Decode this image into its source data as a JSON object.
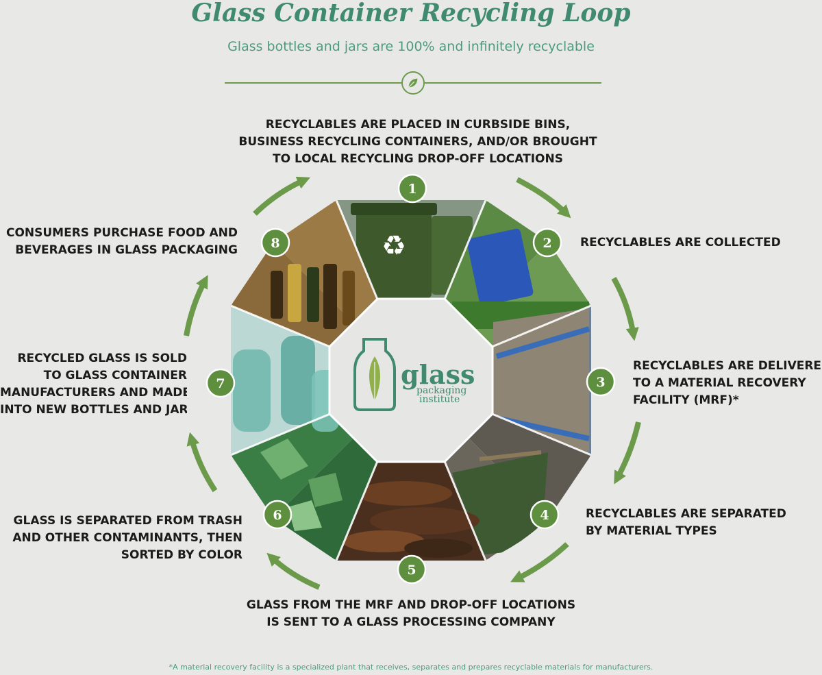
{
  "header": {
    "title": "Glass Container Recycling Loop",
    "subtitle": "Glass bottles and jars are 100% and infinitely recyclable",
    "divider_icon": "leaf-icon"
  },
  "logo": {
    "name": "glass",
    "line2": "packaging",
    "line3": "institute",
    "icon": "bottle-leaf-icon"
  },
  "steps": [
    {
      "number": "1",
      "label": "RECYCLABLES ARE PLACED IN CURBSIDE BINS,\nBUSINESS RECYCLING CONTAINERS, AND/OR BROUGHT\nTO LOCAL RECYCLING DROP-OFF LOCATIONS",
      "photo": "curbside-bins-photo"
    },
    {
      "number": "2",
      "label": "RECYCLABLES ARE COLLECTED",
      "photo": "collection-truck-photo"
    },
    {
      "number": "3",
      "label": "RECYCLABLES ARE DELIVERED\nTO A MATERIAL RECOVERY\nFACILITY (MRF)*",
      "photo": "mrf-conveyor-photo"
    },
    {
      "number": "4",
      "label": "RECYCLABLES ARE SEPARATED\nBY MATERIAL TYPES",
      "photo": "sorting-bins-photo"
    },
    {
      "number": "5",
      "label": "GLASS FROM THE MRF AND DROP-OFF LOCATIONS\nIS SENT TO A GLASS PROCESSING COMPANY",
      "photo": "glass-bottles-pile-photo"
    },
    {
      "number": "6",
      "label": "GLASS IS SEPARATED FROM TRASH\nAND OTHER CONTAMINANTS, THEN\nSORTED BY COLOR",
      "photo": "green-cullet-photo"
    },
    {
      "number": "7",
      "label": "RECYCLED GLASS IS SOLD\nTO GLASS CONTAINER\nMANUFACTURERS AND MADE\nINTO NEW BOTTLES AND JARS",
      "photo": "new-glass-bottles-photo"
    },
    {
      "number": "8",
      "label": "CONSUMERS PURCHASE FOOD AND\nBEVERAGES IN GLASS PACKAGING",
      "photo": "store-shelf-bottles-photo"
    }
  ],
  "footnote": "*A material recovery facility is a specialized plant that receives, separates and prepares recyclable materials for manufacturers.",
  "colors": {
    "background": "#e8e8e7",
    "title": "#3f8a70",
    "accent_green": "#6a9a4a",
    "badge_green": "#5e8f3e",
    "label_text": "#1b1b1b"
  }
}
